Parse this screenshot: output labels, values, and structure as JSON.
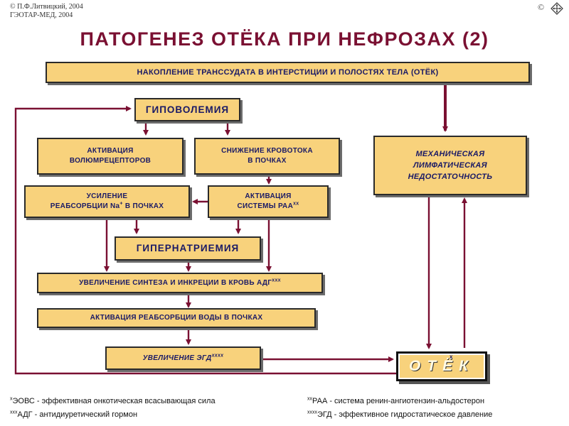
{
  "copyright": {
    "line1": "© П.Ф.Литвицкий, 2004",
    "line2": "ГЭОТАР-МЕД, 2004",
    "symbol": "©"
  },
  "nav_icon": "diamond-nav-icon",
  "title": "ПАТОГЕНЕЗ  ОТЁКА  ПРИ  НЕФРОЗАХ (2)",
  "boxes": {
    "transudate": "НАКОПЛЕНИЕ  ТРАНССУДАТА  В  ИНТЕРСТИЦИИ  И  ПОЛОСТЯХ ТЕЛА (ОТЁК)",
    "hypovolemia": "ГИПОВОЛЕМИЯ",
    "volumereceptors": [
      "АКТИВАЦИЯ",
      "ВОЛЮМРЕЦЕПТОРОВ"
    ],
    "blood_flow": [
      "СНИЖЕНИЕ КРОВОТОКА",
      "В  ПОЧКАХ"
    ],
    "mechanical": [
      "МЕХАНИЧЕСКАЯ",
      "ЛИМФАТИЧЕСКАЯ",
      "НЕДОСТАТОЧНОСТЬ"
    ],
    "na_reabsorption": {
      "line1": "УСИЛЕНИЕ",
      "line2_pre": "РЕАБСОРБЦИИ  Na",
      "line2_sup": "+",
      "line2_post": " В  ПОЧКАХ"
    },
    "raa_activation": {
      "line1": "АКТИВАЦИЯ",
      "line2": "СИСТЕМЫ  РАА",
      "sup": "хх"
    },
    "hypernatremia": "ГИПЕРНАТРИЕМИЯ",
    "adh_synthesis": {
      "text": "УВЕЛИЧЕНИЕ СИНТЕЗА  И ИНКРЕЦИИ  В  КРОВЬ АДГ",
      "sup": "ххх"
    },
    "water_reabsorption": "АКТИВАЦИЯ РЕАБСОРБЦИИ ВОДЫ  В  ПОЧКАХ",
    "egd_increase": {
      "text": "УВЕЛИЧЕНИЕ    ЭГД",
      "sup": "хххх"
    },
    "edema": "ОТЁК",
    "edema_sup": "х"
  },
  "footnotes": {
    "f1": {
      "sup": "х",
      "text": "ЭОВС - эффективная онкотическая всасывающая сила"
    },
    "f2": {
      "sup": "хх",
      "text": "РАА - система  ренин-ангиотензин-альдостерон"
    },
    "f3": {
      "sup": "ххх",
      "text": "АДГ - антидиуретический гормон"
    },
    "f4": {
      "sup": "хххх",
      "text": "ЭГД - эффективное гидростатическое давление"
    }
  },
  "colors": {
    "box_fill": "#f8d27c",
    "title": "#7a1032",
    "arrow": "#7a1032",
    "box_text": "#1a1a66"
  }
}
